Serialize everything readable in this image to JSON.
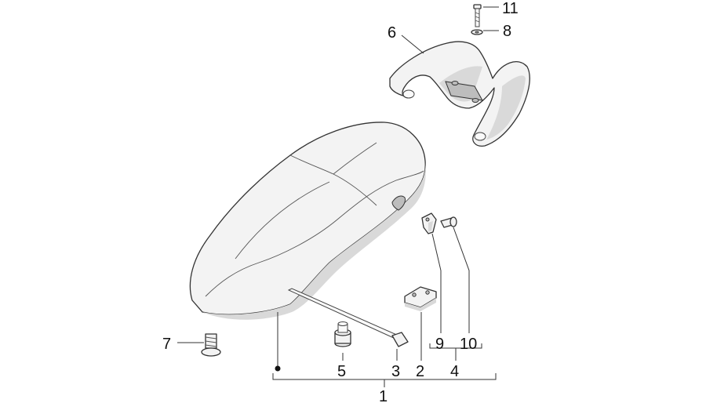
{
  "callouts": [
    {
      "id": "1",
      "label": "1"
    },
    {
      "id": "2",
      "label": "2"
    },
    {
      "id": "3",
      "label": "3"
    },
    {
      "id": "4",
      "label": "4"
    },
    {
      "id": "5",
      "label": "5"
    },
    {
      "id": "6",
      "label": "6"
    },
    {
      "id": "7",
      "label": "7"
    },
    {
      "id": "8",
      "label": "8"
    },
    {
      "id": "9",
      "label": "9"
    },
    {
      "id": "10",
      "label": "10"
    },
    {
      "id": "11",
      "label": "11"
    }
  ],
  "colors": {
    "line": "#333333",
    "part_fill": "#f3f3f3",
    "shade": "#d9d9d9",
    "background": "#ffffff"
  }
}
